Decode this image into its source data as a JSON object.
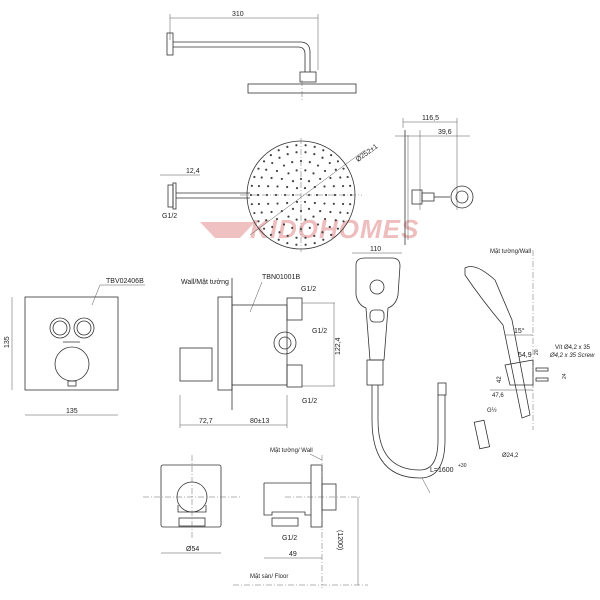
{
  "watermark": "KIDOHOMES",
  "overhead_shower": {
    "arm_length": "310",
    "flange_depth": "12,4",
    "thread": "G1/2",
    "head_diameter": "Ø252±1",
    "side_depth": "116,5",
    "side_offset": "39,6"
  },
  "valve_front": {
    "model": "TBV02406B",
    "height": "135",
    "width": "135"
  },
  "valve_side": {
    "wall_label": "Wall/Mặt tường",
    "body_model": "TBN01001B",
    "thread_top": "G1/2",
    "thread_mid": "G1/2",
    "thread_bottom": "G1/2",
    "body_height": "122,4",
    "front_depth": "72,7",
    "body_depth": "80±13"
  },
  "hand_shower": {
    "head_width": "110",
    "wall_label": "Mặt tường/Wall",
    "angle": "15°",
    "holder_depth": "54,9",
    "screw_vi": "Vít Ø4,2 x 35",
    "screw_en": "Ø4,2 x 35 Screw",
    "dim_20": "20",
    "dim_42": "42",
    "dim_24": "24",
    "dim_47": "47,6",
    "thread": "G½",
    "hose_diameter": "Ø24,2",
    "hose_length": "L=1600",
    "hose_tolerance": "+30"
  },
  "wall_outlet": {
    "diameter": "Ø54",
    "wall_label": "Mặt tường/ Wall",
    "thread": "G1/2",
    "depth": "49",
    "height": "(1200)",
    "floor_label": "Mặt sàn/ Floor"
  }
}
